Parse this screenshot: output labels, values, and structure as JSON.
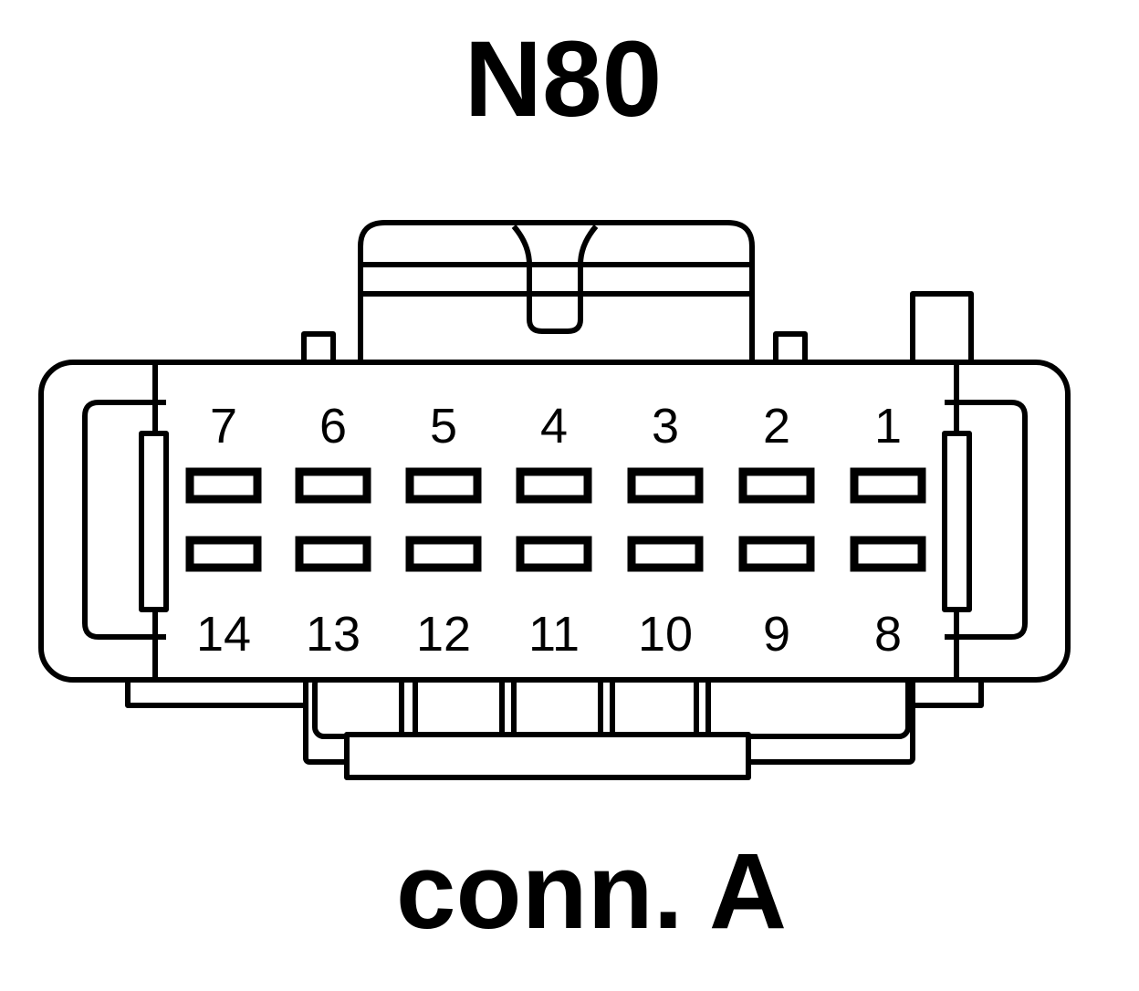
{
  "title": "N80",
  "subtitle": "conn. A",
  "colors": {
    "line": "#000000",
    "background": "#ffffff"
  },
  "pins": {
    "top_row": [
      "7",
      "6",
      "5",
      "4",
      "3",
      "2",
      "1"
    ],
    "bottom_row": [
      "14",
      "13",
      "12",
      "11",
      "10",
      "9",
      "8"
    ]
  }
}
